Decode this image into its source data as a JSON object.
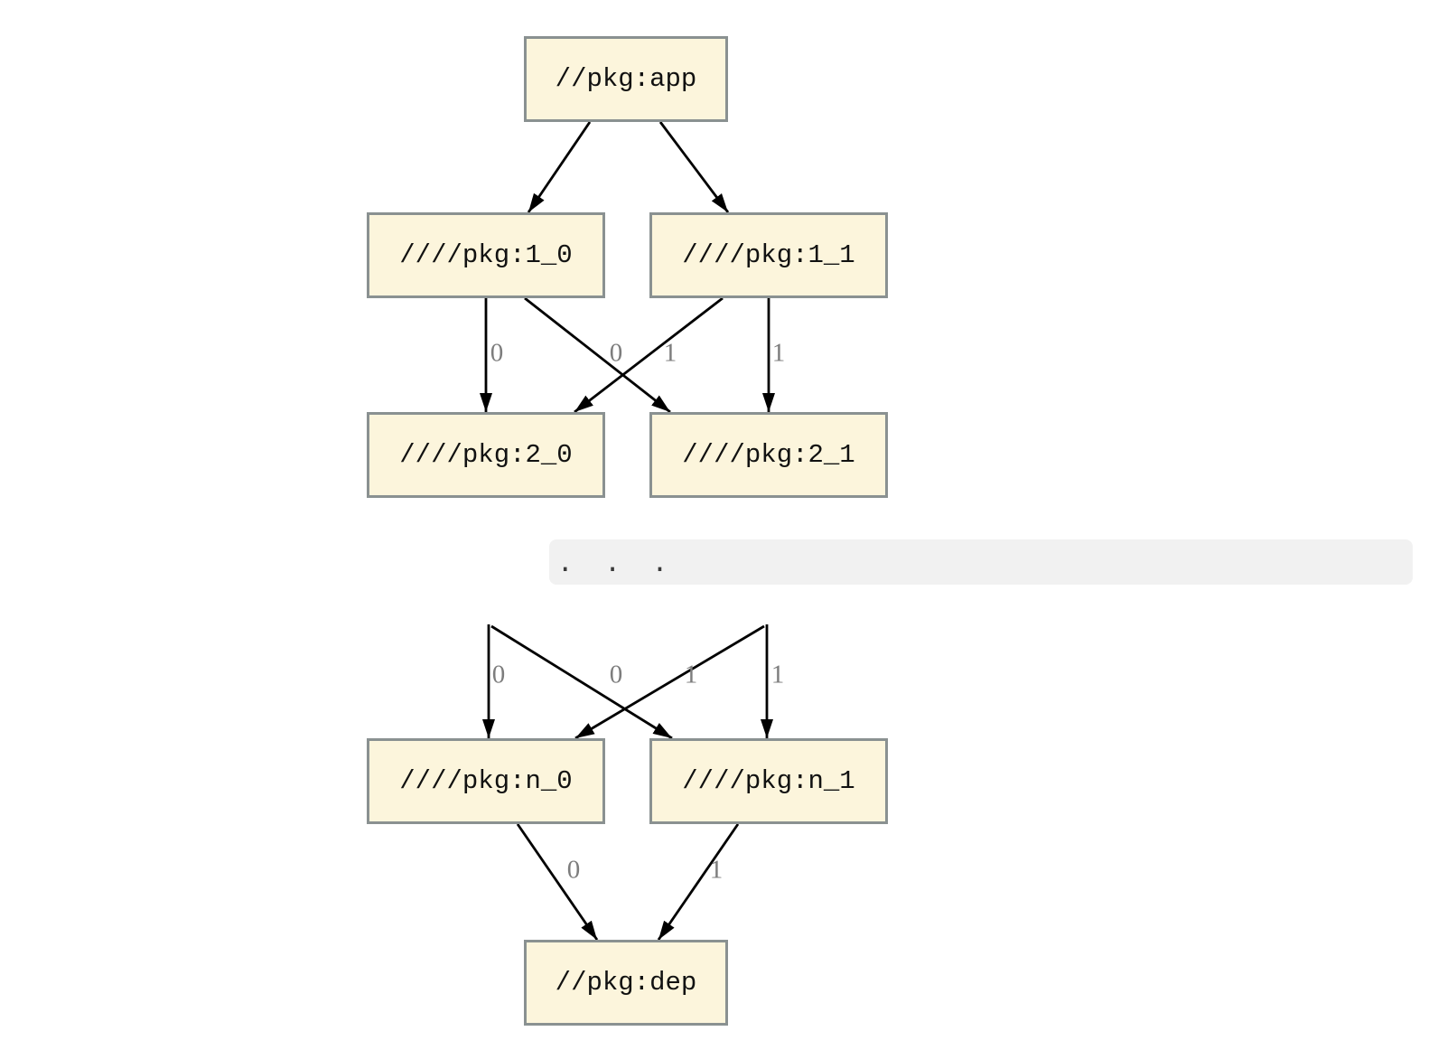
{
  "graph": {
    "nodes": [
      {
        "id": "app",
        "label": "//pkg:app"
      },
      {
        "id": "1_0",
        "label": "////pkg:1_0"
      },
      {
        "id": "1_1",
        "label": "////pkg:1_1"
      },
      {
        "id": "2_0",
        "label": "////pkg:2_0"
      },
      {
        "id": "2_1",
        "label": "////pkg:2_1"
      },
      {
        "id": "n_0",
        "label": "////pkg:n_0"
      },
      {
        "id": "n_1",
        "label": "////pkg:n_1"
      },
      {
        "id": "dep",
        "label": "//pkg:dep"
      }
    ],
    "edges": [
      {
        "from": "//pkg:app",
        "to": "////pkg:1_0",
        "label": ""
      },
      {
        "from": "//pkg:app",
        "to": "////pkg:1_1",
        "label": ""
      },
      {
        "from": "////pkg:1_0",
        "to": "////pkg:2_0",
        "label": "0"
      },
      {
        "from": "////pkg:1_0",
        "to": "////pkg:2_1",
        "label": "1"
      },
      {
        "from": "////pkg:1_1",
        "to": "////pkg:2_0",
        "label": "0"
      },
      {
        "from": "////pkg:1_1",
        "to": "////pkg:2_1",
        "label": "1"
      },
      {
        "from": "...",
        "to": "////pkg:n_0",
        "label": "0"
      },
      {
        "from": "...",
        "to": "////pkg:n_1",
        "label": "1"
      },
      {
        "from": "...",
        "to": "////pkg:n_0",
        "label": "0"
      },
      {
        "from": "...",
        "to": "////pkg:n_1",
        "label": "1"
      },
      {
        "from": "////pkg:n_0",
        "to": "//pkg:dep",
        "label": "0"
      },
      {
        "from": "////pkg:n_1",
        "to": "//pkg:dep",
        "label": "1"
      }
    ],
    "ellipsis": ".  .  .",
    "colors": {
      "node_fill": "#fcf5dc",
      "node_border": "#8a9191",
      "edge": "#000000",
      "edge_label": "#7d7d7d",
      "omitted_band_bg": "#f1f1f1",
      "background": "#ffffff"
    }
  }
}
